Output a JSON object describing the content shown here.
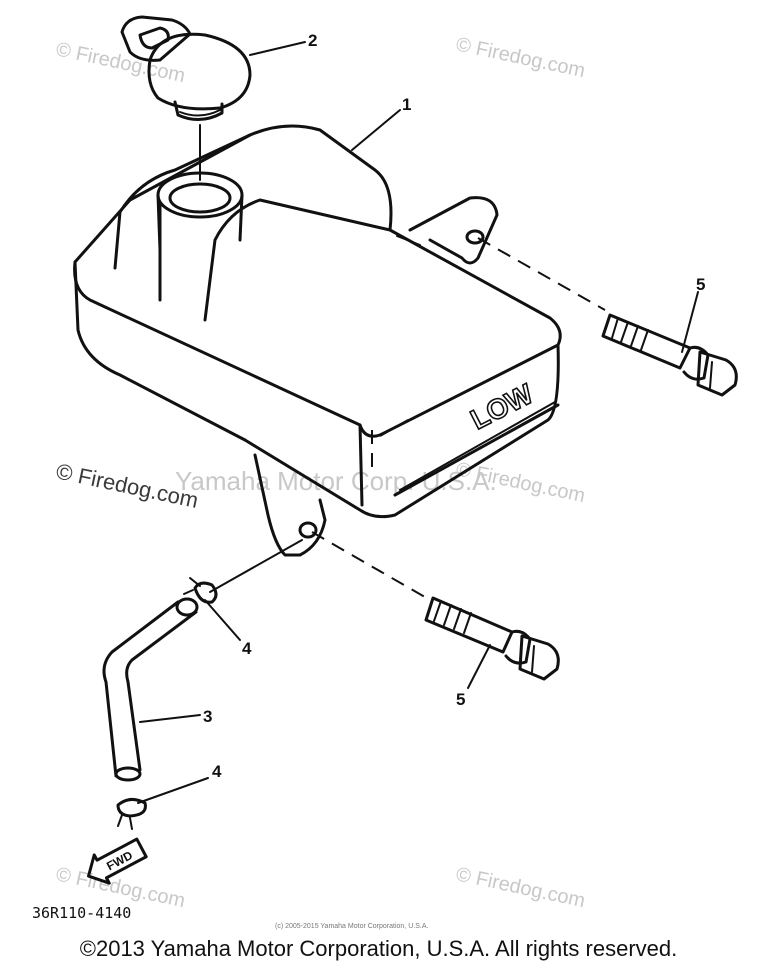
{
  "callouts": {
    "c1": "1",
    "c2": "2",
    "c3": "3",
    "c4_upper": "4",
    "c4_lower": "4",
    "c5_upper": "5",
    "c5_lower": "5"
  },
  "tank_marking": "LOW",
  "fwd_arrow_label": "FWD",
  "diagram_code": "36R110-4140",
  "watermarks": {
    "firedog": "© Firedog.com",
    "firedog_mid": "© Firedog.com",
    "yamaha_mid": "Yamaha Motor Corp. U.S.A.",
    "small_copyright": "(c) 2005-2015 Yamaha Motor Corporation, U.S.A."
  },
  "footer_copyright": "©2013 Yamaha Motor Corporation, U.S.A. All rights reserved."
}
